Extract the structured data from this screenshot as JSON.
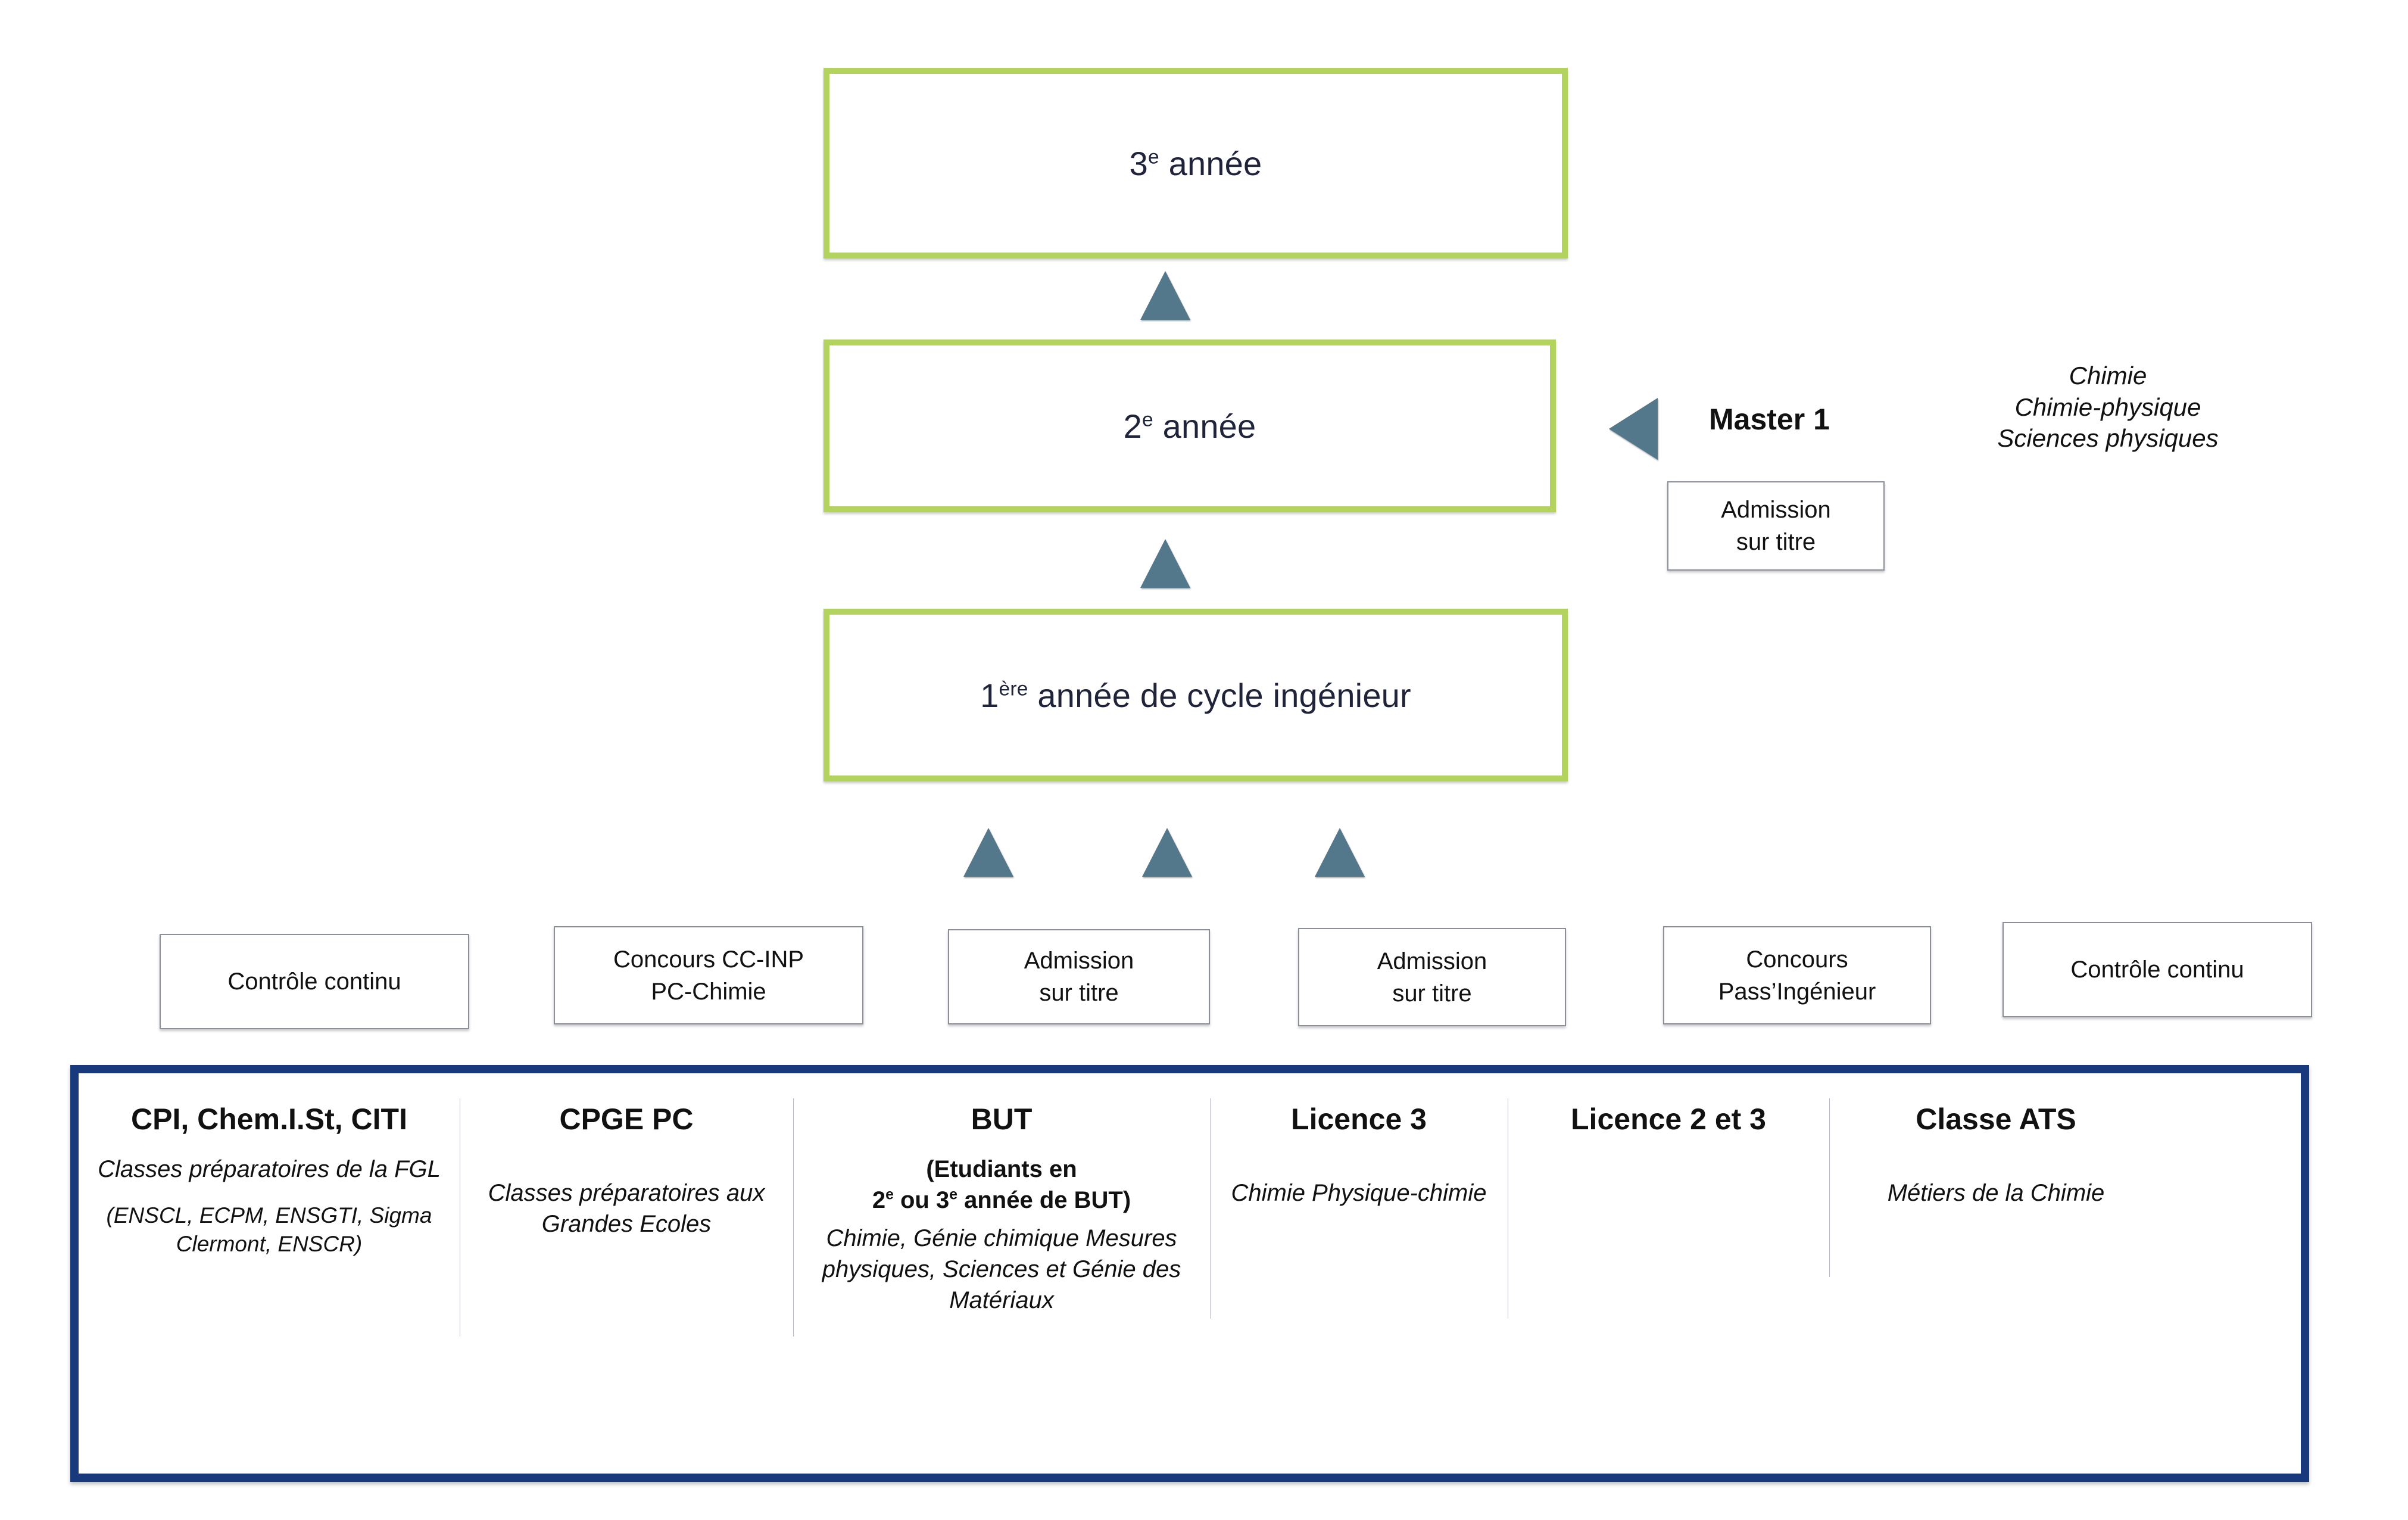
{
  "years": [
    {
      "id": "3e",
      "label": "3",
      "suffix": "e",
      "rest": " année"
    },
    {
      "id": "2e",
      "label": "2",
      "suffix": "e",
      "rest": " année"
    },
    {
      "id": "1ere",
      "label": "1",
      "suffix": "ère",
      "rest": " année de cycle ingénieur"
    }
  ],
  "master": {
    "label": "Master 1",
    "fields": [
      "Chimie",
      "Chimie-physique",
      "Sciences physiques"
    ],
    "admission_line1": "Admission",
    "admission_line2": "sur titre"
  },
  "admission_boxes": [
    {
      "line1": "Contrôle continu",
      "line2": ""
    },
    {
      "line1": "Concours CC-INP",
      "line2": "PC-Chimie"
    },
    {
      "line1": "Admission",
      "line2": "sur titre"
    },
    {
      "line1": "Admission",
      "line2": "sur titre"
    },
    {
      "line1": "Concours",
      "line2": "Pass’Ingénieur"
    },
    {
      "line1": "Contrôle continu",
      "line2": ""
    }
  ],
  "entry_columns": [
    {
      "title": "CPI, Chem.I.St, CITI",
      "sub1": "Classes préparatoires de la FGL",
      "sub2": "(ENSCL, ECPM, ENSGTI, Sigma Clermont, ENSCR)"
    },
    {
      "title": "CPGE PC",
      "sub1": "Classes préparatoires aux Grandes Ecoles",
      "sub2": ""
    },
    {
      "title": "BUT",
      "note_line1": "(Etudiants en",
      "note_line2_pre": "2",
      "note_line2_sup1": "e",
      "note_line2_mid": " ou 3",
      "note_line2_sup2": "e",
      "note_line2_post": " année de BUT)",
      "sub1": "Chimie, Génie chimique Mesures physiques, Sciences et Génie des Matériaux"
    },
    {
      "title": "Licence 3",
      "sub1": "Chimie Physique-chimie"
    },
    {
      "title": "Licence 2 et 3",
      "sub1": ""
    },
    {
      "title": "Classe ATS",
      "sub1": "Métiers de la Chimie"
    }
  ],
  "colors": {
    "green_border": "#b3d35f",
    "navy_border": "#183a7c",
    "arrow_teal": "#53788b",
    "box_grey": "#8b8f99"
  }
}
